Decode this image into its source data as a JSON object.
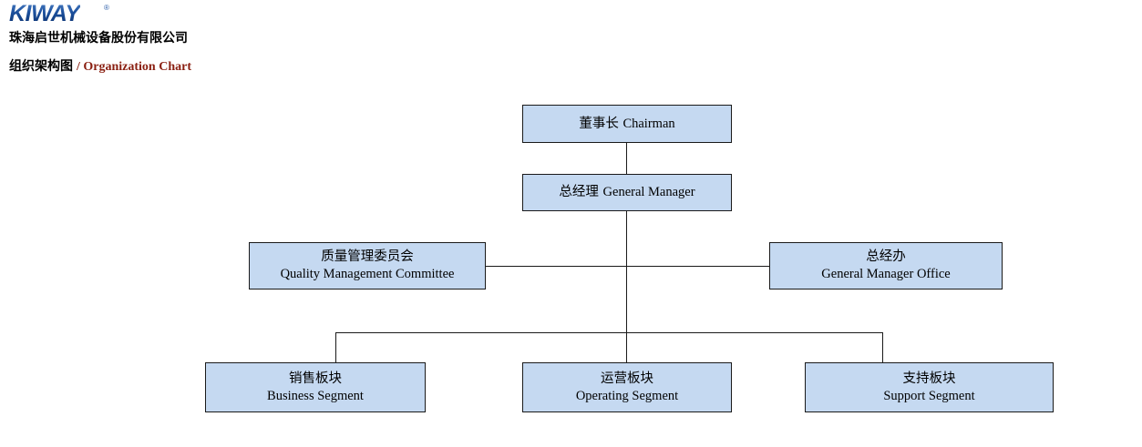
{
  "header": {
    "logo_text": "KIWAY",
    "logo_registered": "®",
    "company_name_cn": "珠海启世机械设备股份有限公司",
    "subtitle_cn": "组织架构图",
    "subtitle_en": "/ Organization Chart",
    "accent_color": "#1b4f9c",
    "subtitle_en_color": "#8a1f11"
  },
  "chart_data": {
    "type": "diagram",
    "title": "组织架构图 / Organization Chart",
    "node_fill_color": "#c5d9f1",
    "node_border_color": "#1a1a1a",
    "connector_color": "#1a1a1a",
    "nodes": [
      {
        "id": "chairman",
        "cn": "董事长",
        "en": "Chairman",
        "level": 1,
        "layout": "inline"
      },
      {
        "id": "gm",
        "cn": "总经理",
        "en": "General Manager",
        "level": 2,
        "layout": "inline"
      },
      {
        "id": "qmc",
        "cn": "质量管理委员会",
        "en": "Quality Management Committee",
        "level": 3,
        "layout": "stacked"
      },
      {
        "id": "gmo",
        "cn": "总经办",
        "en": "General Manager Office",
        "level": 3,
        "layout": "stacked"
      },
      {
        "id": "business",
        "cn": "销售板块",
        "en": "Business Segment",
        "level": 4,
        "layout": "stacked"
      },
      {
        "id": "operating",
        "cn": "运营板块",
        "en": "Operating Segment",
        "level": 4,
        "layout": "stacked"
      },
      {
        "id": "support",
        "cn": "支持板块",
        "en": "Support Segment",
        "level": 4,
        "layout": "stacked"
      }
    ],
    "edges": [
      {
        "from": "chairman",
        "to": "gm"
      },
      {
        "from": "gm",
        "to": "qmc"
      },
      {
        "from": "gm",
        "to": "gmo"
      },
      {
        "from": "gm",
        "to": "business"
      },
      {
        "from": "gm",
        "to": "operating"
      },
      {
        "from": "gm",
        "to": "support"
      }
    ]
  }
}
